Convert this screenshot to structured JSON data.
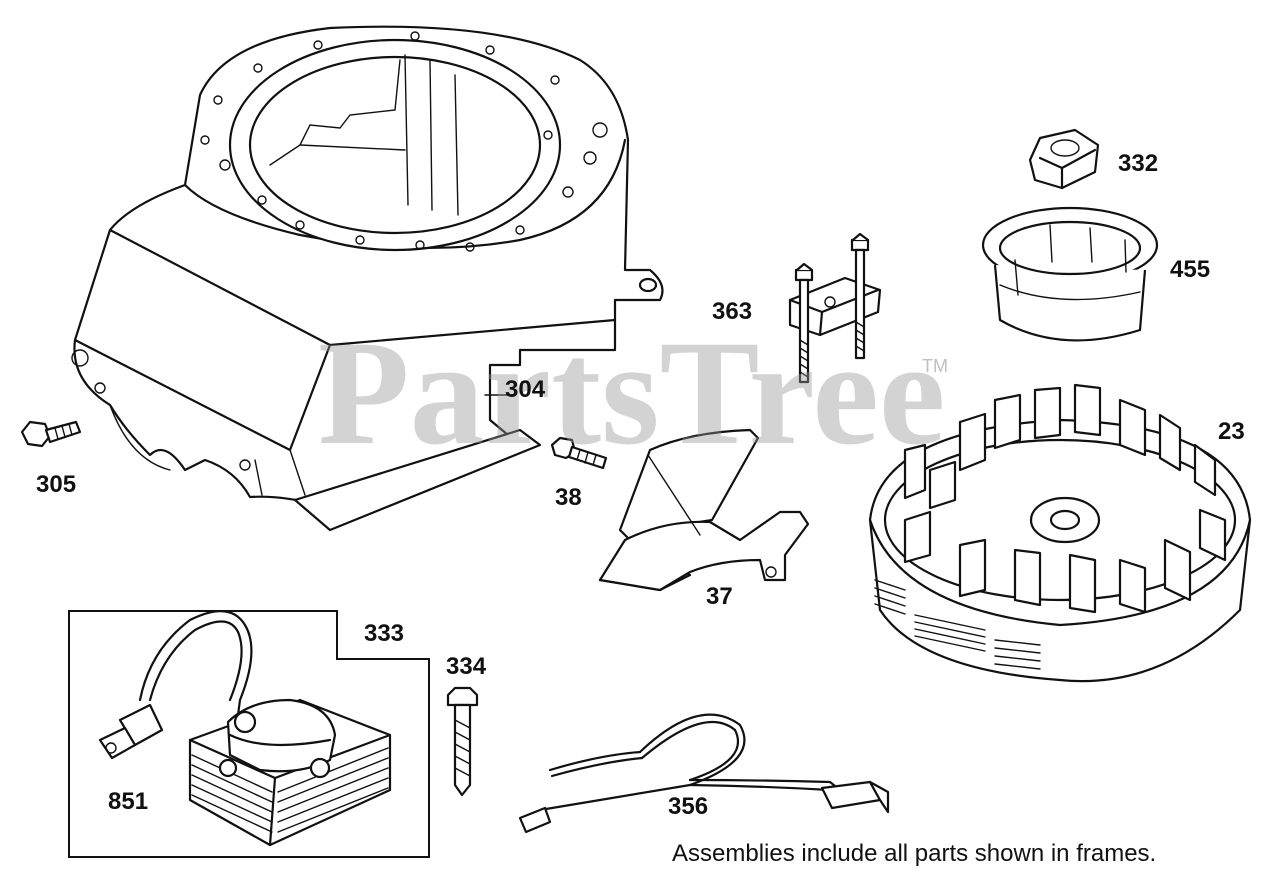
{
  "watermark": {
    "text": "PartsTree",
    "trademark": "TM"
  },
  "labels": {
    "p305": "305",
    "p304": "304",
    "p38": "38",
    "p37": "37",
    "p363": "363",
    "p332": "332",
    "p455": "455",
    "p23": "23",
    "p333": "333",
    "p334": "334",
    "p851": "851",
    "p356": "356"
  },
  "note": "Assemblies include all parts shown in frames."
}
